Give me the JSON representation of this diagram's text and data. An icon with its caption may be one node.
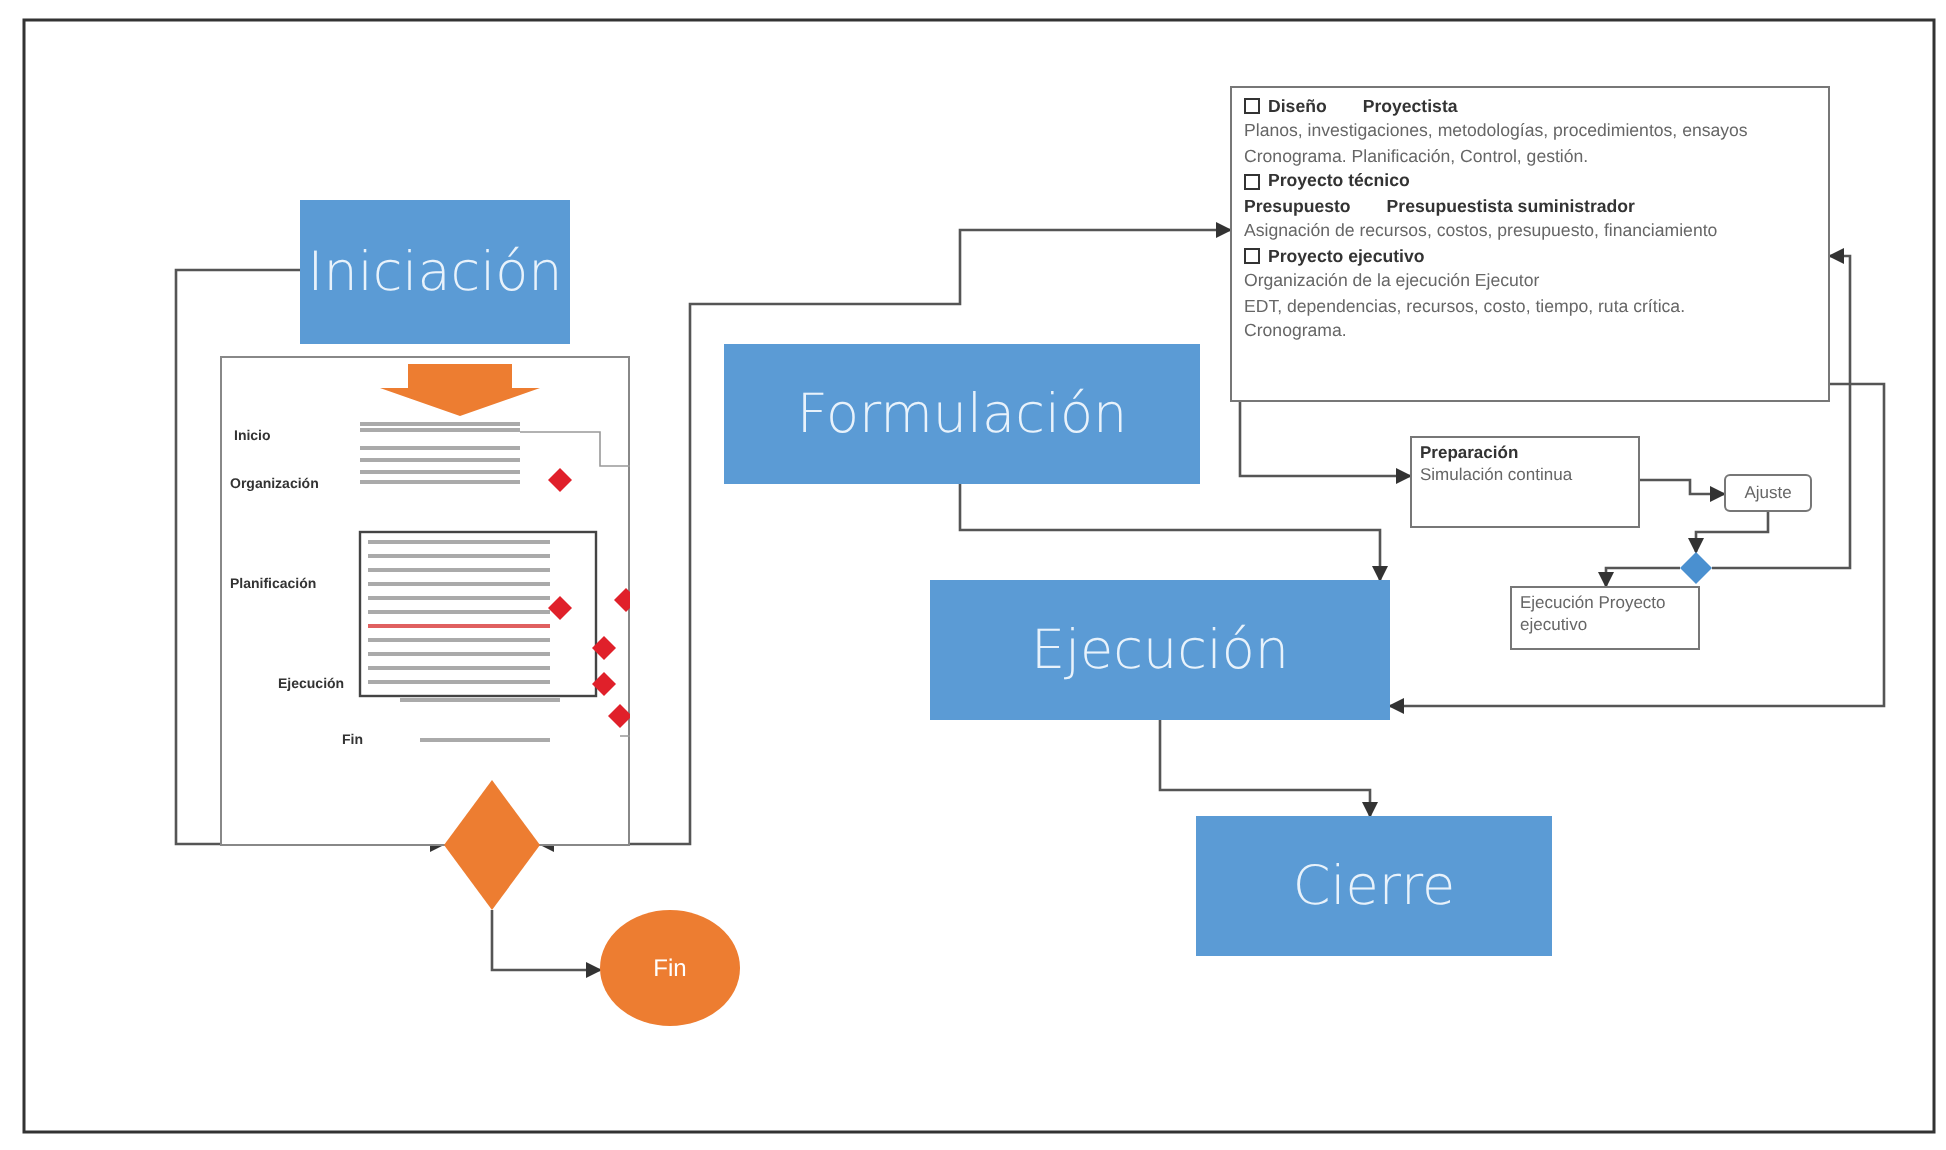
{
  "diagram": {
    "nodes": [
      {
        "text": [
          "Iniciación"
        ]
      },
      {
        "text": [
          "Inicio",
          "Organización",
          "Planificación",
          "Ejecución",
          "Fin"
        ]
      },
      {
        "text": [],
        "shape": "diamond"
      },
      {
        "text": [
          "Fin"
        ]
      },
      {
        "text": [
          "Formulación"
        ]
      },
      {
        "text": [
          "Diseño",
          "Proyectista",
          "Planos, investigaciones, metodologías, procedimientos, ensayos",
          "Cronograma. Planificación, Control, gestión.",
          "Proyecto técnico",
          "Presupuesto",
          "Presupuestista suministrador",
          "Asignación de recursos, costos, presupuesto, financiamiento",
          "Proyecto ejecutivo",
          "Organización de la ejecución  Ejecutor",
          "EDT, dependencias, recursos, costo, tiempo, ruta crítica.",
          "Cronograma."
        ]
      },
      {
        "text": [
          "Preparación",
          "Simulación continua"
        ]
      },
      {
        "text": [
          "Ajuste"
        ]
      },
      {
        "text": [],
        "shape": "diamond"
      },
      {
        "text": [
          "Ejecución Proyecto ejecutivo"
        ]
      },
      {
        "text": [
          "Ejecución"
        ]
      },
      {
        "text": [
          "Cierre"
        ]
      }
    ],
    "edges": [
      {
        "from": 0,
        "to": 2,
        "arrow": "to"
      },
      {
        "from": 2,
        "to": 3,
        "arrow": "to"
      },
      {
        "from": 2,
        "to": 5,
        "arrow": "both"
      },
      {
        "from": 4,
        "to": 10,
        "arrow": "to"
      },
      {
        "from": 10,
        "to": 11,
        "arrow": "to"
      },
      {
        "from": 5,
        "to": 6,
        "arrow": "to"
      },
      {
        "from": 6,
        "to": 7,
        "arrow": "to"
      },
      {
        "from": 7,
        "to": 8,
        "arrow": "to"
      },
      {
        "from": 8,
        "to": 9,
        "arrow": "to"
      },
      {
        "from": 8,
        "to": 5,
        "arrow": "to"
      },
      {
        "from": 5,
        "to": 10,
        "arrow": "to"
      }
    ]
  }
}
